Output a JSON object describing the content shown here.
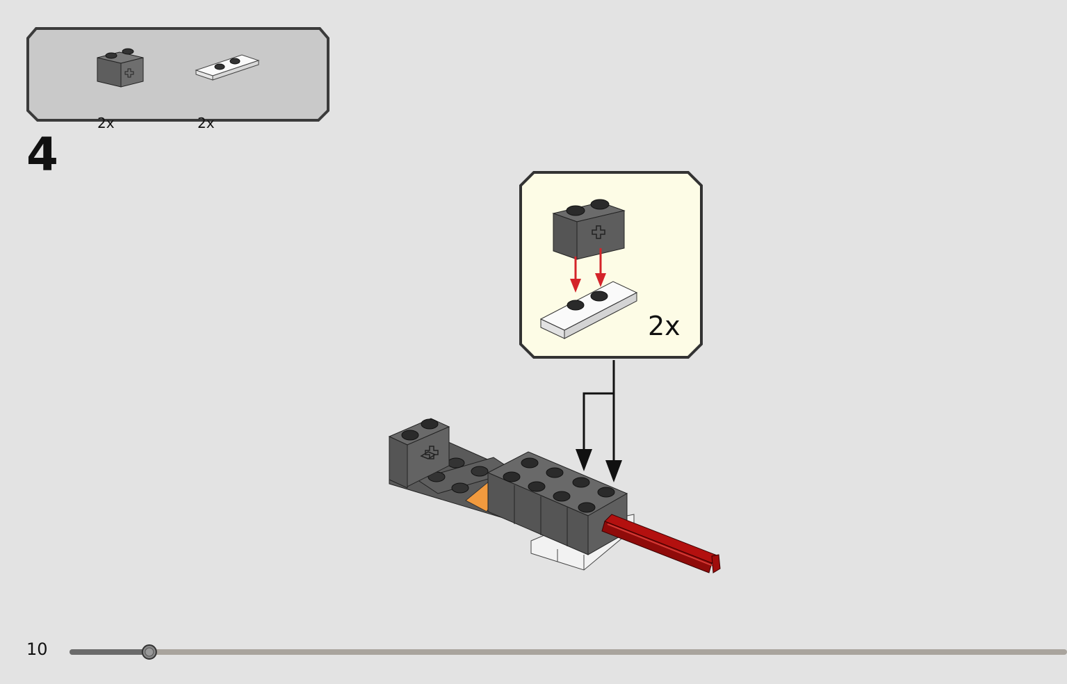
{
  "parts_list": {
    "items": [
      {
        "name": "dark-gray-technic-brick-1x2-axle-hole",
        "quantity": "2x",
        "color": "#666666"
      },
      {
        "name": "white-jumper-plate-1x3",
        "quantity": "2x",
        "color": "#f4f4f4"
      }
    ]
  },
  "step": {
    "number": "4"
  },
  "callout": {
    "quantity": "2x",
    "background": "#fdfce6"
  },
  "page": {
    "number": "10"
  },
  "progress": {
    "fraction": 0.08
  },
  "colors": {
    "arrow_red": "#d4242a",
    "axle_red": "#b3100f",
    "orange": "#f19a3e",
    "dark_gray": "#5c5c5c"
  }
}
